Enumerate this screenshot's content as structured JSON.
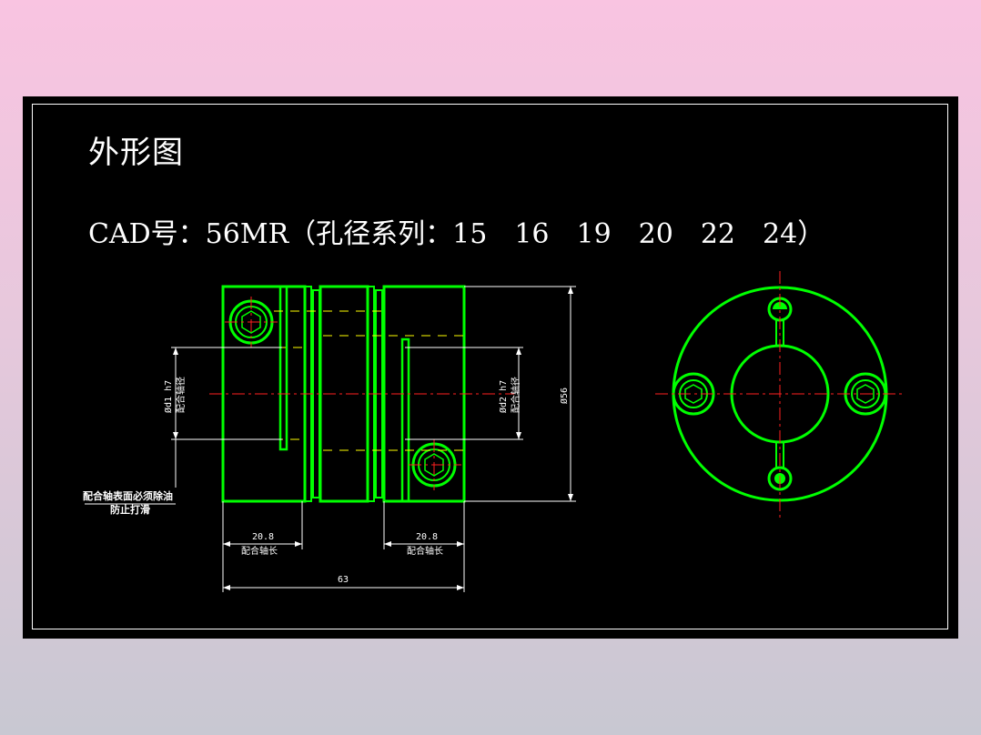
{
  "page": {
    "title": "外形图",
    "cad_line": "CAD号：56MR（孔径系列：15　16　19　20　22　24）"
  },
  "dimensions": {
    "bore_left": "Ød1 h7",
    "bore_left_note": "配合轴径",
    "bore_right": "Ød2 h7",
    "bore_right_note": "配合轴径",
    "outer_diameter": "Ø56",
    "fit_length_left": "20.8",
    "fit_length_left_note": "配合轴长",
    "fit_length_right": "20.8",
    "fit_length_right_note": "配合轴长",
    "total_length": "63"
  },
  "notes": {
    "surface_note_line1": "配合轴表面必须除油",
    "surface_note_line2": "防止打滑"
  },
  "colors": {
    "part_outline": "#00ff00",
    "centerline": "#ff2020",
    "hidden_line": "#ffff00",
    "dimension_line": "#ffffff",
    "background": "#000000"
  }
}
